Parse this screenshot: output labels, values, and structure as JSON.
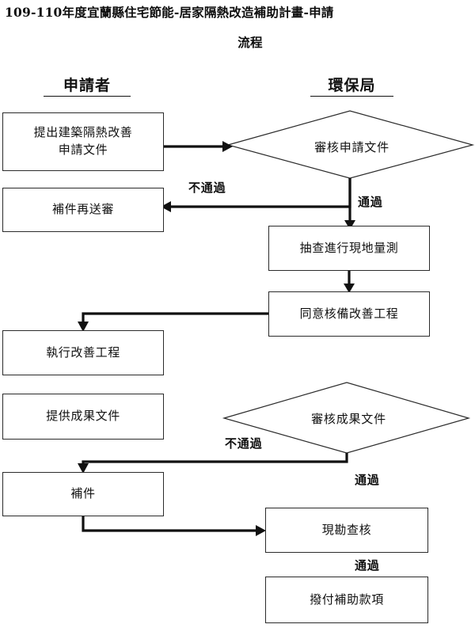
{
  "document": {
    "title_line1": "109-110年度宜蘭縣住宅節能-居家隔熱改造補助計畫-申請",
    "title_line2": "流程"
  },
  "columns": [
    {
      "id": "applicant",
      "label": "申請者"
    },
    {
      "id": "epb",
      "label": "環保局"
    }
  ],
  "nodes": [
    {
      "id": "submit-docs",
      "shape": "box",
      "lane": "applicant",
      "label": "提出建築隔熱改善\n申請文件"
    },
    {
      "id": "review-application",
      "shape": "diamond",
      "lane": "epb",
      "label": "審核申請文件"
    },
    {
      "id": "resubmit-docs",
      "shape": "box",
      "lane": "applicant",
      "label": "補件再送審"
    },
    {
      "id": "site-measure",
      "shape": "box",
      "lane": "epb",
      "label": "抽查進行現地量測"
    },
    {
      "id": "approve-works",
      "shape": "box",
      "lane": "epb",
      "label": "同意核備改善工程"
    },
    {
      "id": "execute-works",
      "shape": "box",
      "lane": "applicant",
      "label": "執行改善工程"
    },
    {
      "id": "provide-results",
      "shape": "box",
      "lane": "applicant",
      "label": "提供成果文件"
    },
    {
      "id": "review-results",
      "shape": "diamond",
      "lane": "epb",
      "label": "審核成果文件"
    },
    {
      "id": "supplement",
      "shape": "box",
      "lane": "applicant",
      "label": "補件"
    },
    {
      "id": "site-inspection",
      "shape": "box",
      "lane": "epb",
      "label": "現勘查核"
    },
    {
      "id": "disburse-subsidy",
      "shape": "box",
      "lane": "epb",
      "label": "撥付補助款項"
    }
  ],
  "edge_labels": [
    {
      "id": "fail-application",
      "text": "不通過"
    },
    {
      "id": "pass-application",
      "text": "通過"
    },
    {
      "id": "fail-results",
      "text": "不通過"
    },
    {
      "id": "pass-results",
      "text": "通過"
    },
    {
      "id": "pass-inspection",
      "text": "通過"
    }
  ],
  "colors": {
    "background": "#ffffff",
    "node_border": "#2b2b2b",
    "connector": "#111111",
    "text": "#111111"
  }
}
